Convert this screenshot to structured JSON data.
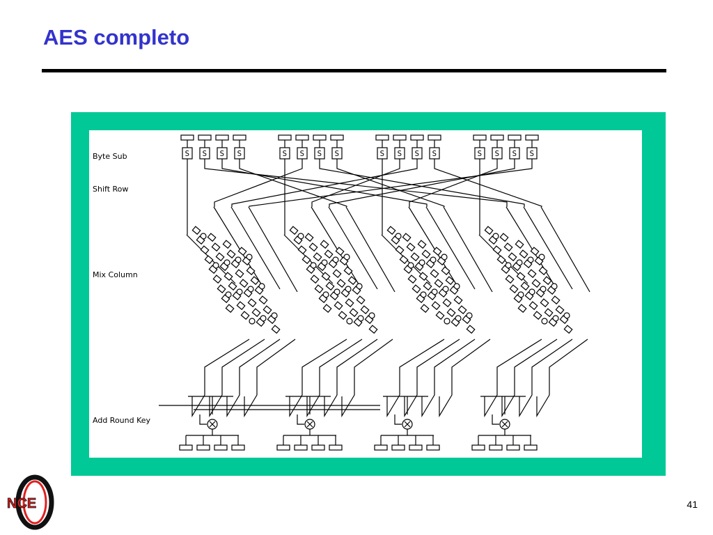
{
  "slide": {
    "title": "AES completo",
    "page_number": "41"
  },
  "colors": {
    "title": "#3333cc",
    "frame": "#00c896",
    "logo_red": "#e02020"
  },
  "diagram": {
    "stages": [
      "Byte Sub",
      "Shift Row",
      "Mix Column",
      "Add Round Key"
    ],
    "sbox_label": "S",
    "column_groups": 4,
    "bytes_per_group": 4
  },
  "logo": {
    "text": "NCE",
    "icon": "nce-logo-icon"
  }
}
